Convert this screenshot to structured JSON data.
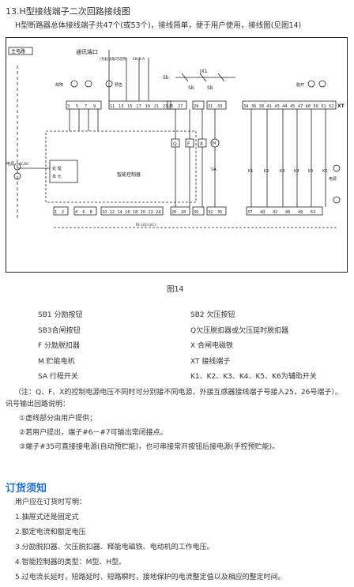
{
  "section_title": "13.H型接线端子二次回路接线图",
  "subtitle": "H型断路器总体接线端子共47个(或53个)，接线简单，便于用户使用，接线图(见图14)",
  "diagram": {
    "main_circuit": "主电路",
    "comm_port": "通讯端口",
    "comm_sub": "(为此功能可选用)",
    "en_line": "EN B A",
    "sb_left": "Sb",
    "sb_mid": "Sb",
    "sb_right": "Sb",
    "jx1": "JX1",
    "lamp_left": "故障",
    "lamp_mid": "预告",
    "lamp_right": "脱开",
    "terminals_top_left": [
      "3",
      "5",
      "7",
      "9"
    ],
    "terminals_top_mid": [
      "11",
      "13",
      "15",
      "17",
      "19",
      "21",
      "23"
    ],
    "terminals_top_q": [
      "25",
      "27"
    ],
    "terminals_top_x": [
      "29"
    ],
    "terminals_top_m": [
      "31",
      "33"
    ],
    "terminals_top_right": [
      "34",
      "36",
      "38",
      "41",
      "43",
      "44",
      "45",
      "47",
      "48",
      "50",
      "51",
      "52"
    ],
    "xt": "XT",
    "box_q": "Q",
    "box_f": "F",
    "box_x": "X",
    "box_m": "M",
    "sa": "SA",
    "k_labels": [
      "K1",
      "K2",
      "K3",
      "K4",
      "K5",
      "K6"
    ],
    "power_left": "电源",
    "power_label": "AC/DC",
    "control_unit": "处 理\n单 元",
    "controller_label": "智能控制器",
    "terminals_bot_left": [
      "1",
      "2"
    ],
    "terminals_bot_left2": [
      "4",
      "6",
      "8"
    ],
    "terminals_bot_mid": [
      "10",
      "12",
      "14",
      "16",
      "18",
      "20",
      "22",
      "24"
    ],
    "terminals_bot_q": [
      "26",
      "28"
    ],
    "terminals_bot_x": [
      "30"
    ],
    "terminals_bot_m": [
      "32",
      "35"
    ],
    "terminals_bot_right": [
      "37",
      "40",
      "42",
      "46",
      "49",
      "53"
    ],
    "pe_label": "PE 1(D) U(C)",
    "power_right": "电源"
  },
  "figure_caption": "图14",
  "legend": [
    [
      "SB1 分励按钮",
      "SB2 欠压按钮"
    ],
    [
      "SB3合闸按钮",
      "Q欠压脱扣器或欠压延时脱扣器"
    ],
    [
      "F 分励脱扣器",
      "X 合闸电磁铁"
    ],
    [
      "M 贮能电机",
      "XT 接线端子"
    ],
    [
      "SA 行程开关",
      "K1、K2、K3、K4、K5、K6为辅助开关"
    ]
  ],
  "note": "（注：Q、F、X的控制电源电压不同时可分别接不同电源，外接互感器接线端子号接入25，26号端子）。",
  "signal_title": "讯号输出回路说明：",
  "signal_items": [
    "①虚线部分由用户提供；",
    "②若用户提出，端子#6－#7可输出常闭接点。",
    "③端子#35可直接接电源(自动预贮能)，也可串接常开按钮后接电源(手控预贮能)。"
  ],
  "order_title": "订货须知",
  "order_intro": "用户应在订货时写明：",
  "order_items": [
    "1.抽屉式还是固定式",
    "2.额定电流和额定电压",
    "3.分励脱扣器、欠压脱扣器、释能电磁铁、电动机的工作电压。",
    "4.智能控制器的类型：M型、H型。",
    "5.过电流长延时，短路延时、短路瞬时，接地保护的电流整定值以及相应的整定时间。"
  ]
}
